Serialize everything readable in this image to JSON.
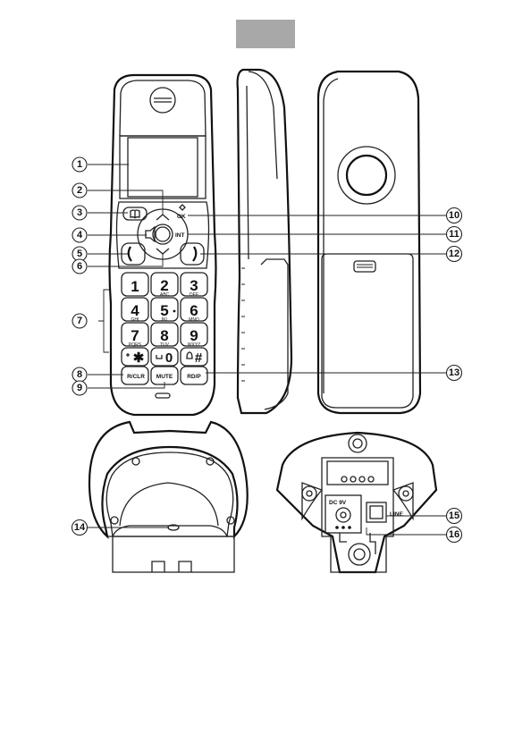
{
  "callouts": {
    "c1": "1",
    "c2": "2",
    "c3": "3",
    "c4": "4",
    "c5": "5",
    "c6": "6",
    "c7": "7",
    "c8": "8",
    "c9": "9",
    "c10": "10",
    "c11": "11",
    "c12": "12",
    "c13": "13",
    "c14": "14",
    "c15": "15",
    "c16": "16"
  },
  "keypad": {
    "k1": {
      "digit": "1",
      "sub": ""
    },
    "k2": {
      "digit": "2",
      "sub": "ABC"
    },
    "k3": {
      "digit": "3",
      "sub": "DEF"
    },
    "k4": {
      "digit": "4",
      "sub": "GHI"
    },
    "k5": {
      "digit": "5",
      "sub": "JKL"
    },
    "k6": {
      "digit": "6",
      "sub": "MNO"
    },
    "k7": {
      "digit": "7",
      "sub": "PQRS"
    },
    "k8": {
      "digit": "8",
      "sub": "TUV"
    },
    "k9": {
      "digit": "9",
      "sub": "WXYZ"
    },
    "k0": {
      "digit": "0",
      "sub": ""
    }
  },
  "labels": {
    "ok": "OK",
    "int": "INT",
    "rclr": "R/CLR",
    "mute": "MUTE",
    "rdp": "RD/P",
    "dc": "DC 9V",
    "line": "LINE"
  },
  "icons": {
    "header": "gray-box",
    "phonebook": "book-icon",
    "volume": "speaker-icon",
    "talk": "handset-icon",
    "end": "handset-icon",
    "up": "chevron-up-icon",
    "down": "chevron-down-icon",
    "star": "star-icon",
    "hash": "hash-icon",
    "bell": "bell-icon"
  }
}
